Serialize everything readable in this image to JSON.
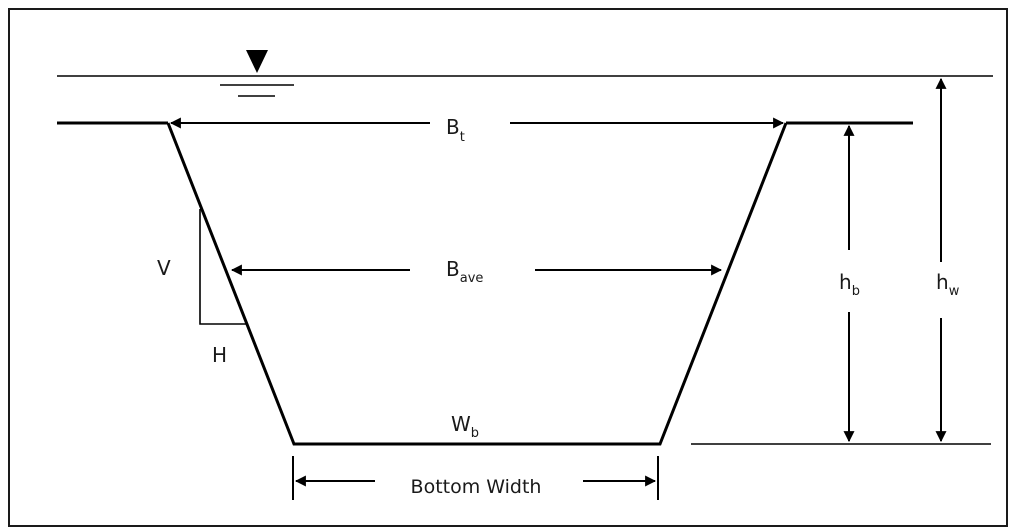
{
  "diagram": {
    "labels": {
      "top_width": {
        "main": "B",
        "sub": "t"
      },
      "average_width": {
        "main": "B",
        "sub": "ave"
      },
      "bottom_width_symbol": {
        "main": "W",
        "sub": "b"
      },
      "bottom_width_text": "Bottom Width",
      "bank_height": {
        "main": "h",
        "sub": "b"
      },
      "water_height": {
        "main": "h",
        "sub": "w"
      },
      "slope_vertical": "V",
      "slope_horizontal": "H"
    },
    "colors": {
      "line": "#000000",
      "text": "#1a1a1a",
      "background": "#ffffff"
    },
    "icons": {
      "water_surface": "water-level-triangle-icon"
    }
  }
}
